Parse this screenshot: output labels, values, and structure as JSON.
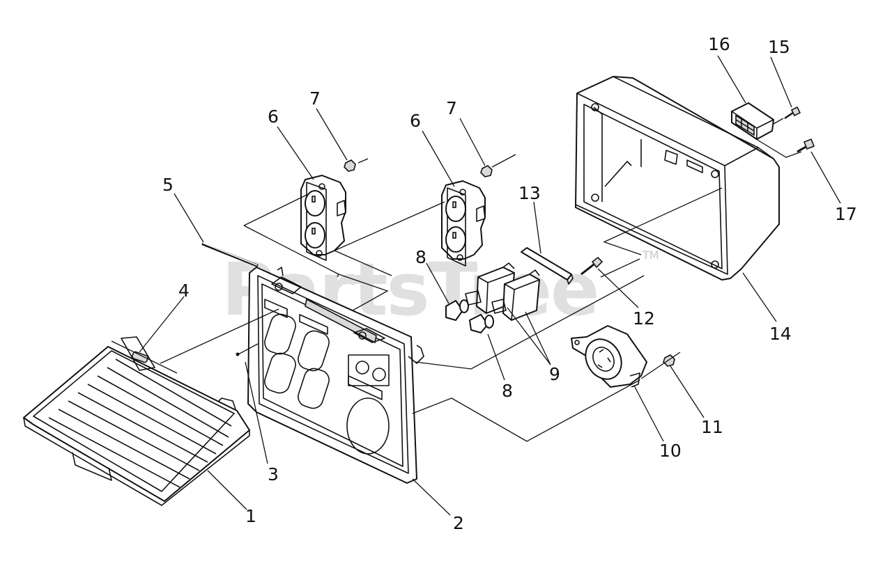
{
  "watermark": {
    "text": "PartsTree",
    "tm": "TM"
  },
  "callouts": {
    "c1": "1",
    "c2": "2",
    "c3": "3",
    "c4": "4",
    "c5": "5",
    "c6a": "6",
    "c6b": "6",
    "c7a": "7",
    "c7b": "7",
    "c8a": "8",
    "c8b": "8",
    "c9": "9",
    "c10": "10",
    "c11": "11",
    "c12": "12",
    "c13": "13",
    "c14": "14",
    "c15": "15",
    "c16": "16",
    "c17": "17"
  }
}
